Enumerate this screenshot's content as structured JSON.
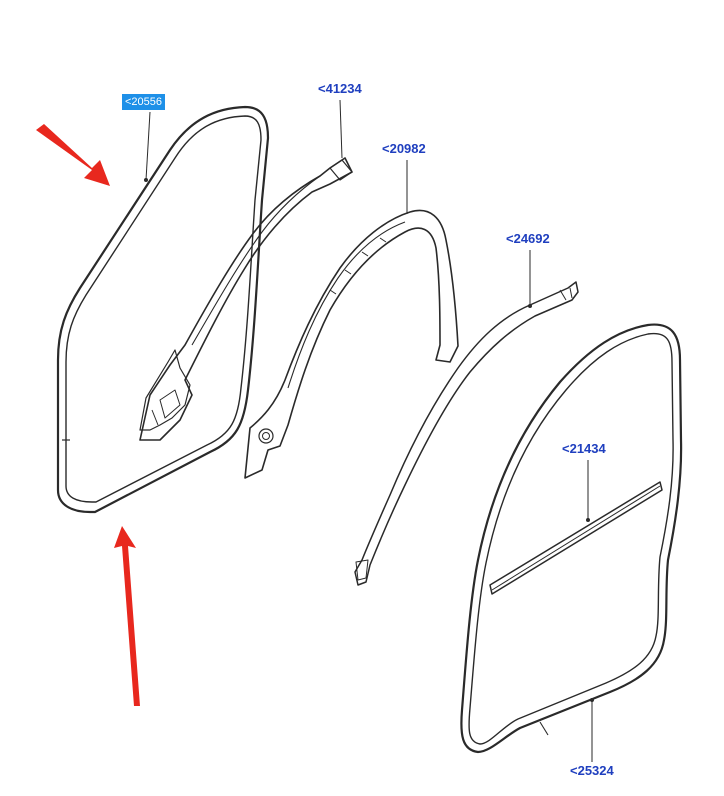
{
  "diagram": {
    "callouts": {
      "c20556": "<20556",
      "c41234": "<41234",
      "c20982": "<20982",
      "c24692": "<24692",
      "c21434": "<21434",
      "c25324": "<25324"
    },
    "colors": {
      "label_text": "#1f3fbf",
      "selected_label_bg": "#1e90e8",
      "arrow": "#e8281e",
      "line": "#2a2a2a"
    }
  }
}
